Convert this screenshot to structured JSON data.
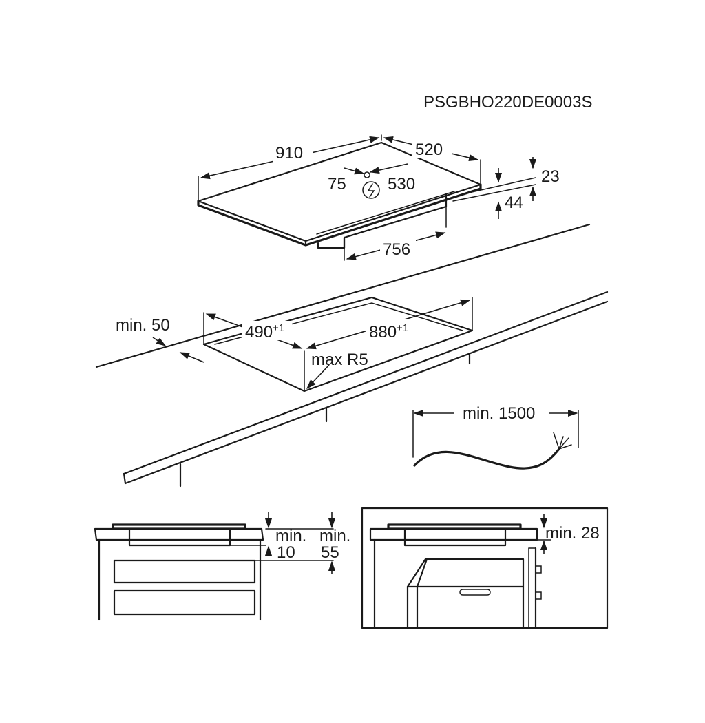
{
  "diagram": {
    "code": "PSGBHO220DE0003S",
    "hob_dimensions": {
      "width": "910",
      "depth": "520",
      "connection_offset": "75",
      "connection_depth": "530",
      "glass_thickness": "23",
      "total_height": "44",
      "box_width": "756"
    },
    "cutout": {
      "min_edge": "min. 50",
      "depth": "490",
      "depth_tolerance": "+1",
      "width": "880",
      "width_tolerance": "+1",
      "radius": "max R5"
    },
    "cable": {
      "min_length": "min. 1500"
    },
    "drawer_installation": {
      "min_top_line1": "min.",
      "min_top_line2": "10",
      "min_bottom_line1": "min.",
      "min_bottom_line2": "55"
    },
    "oven_installation": {
      "min_gap": "min. 28"
    },
    "icons": {
      "power_connection": "plug-symbol-icon"
    }
  }
}
